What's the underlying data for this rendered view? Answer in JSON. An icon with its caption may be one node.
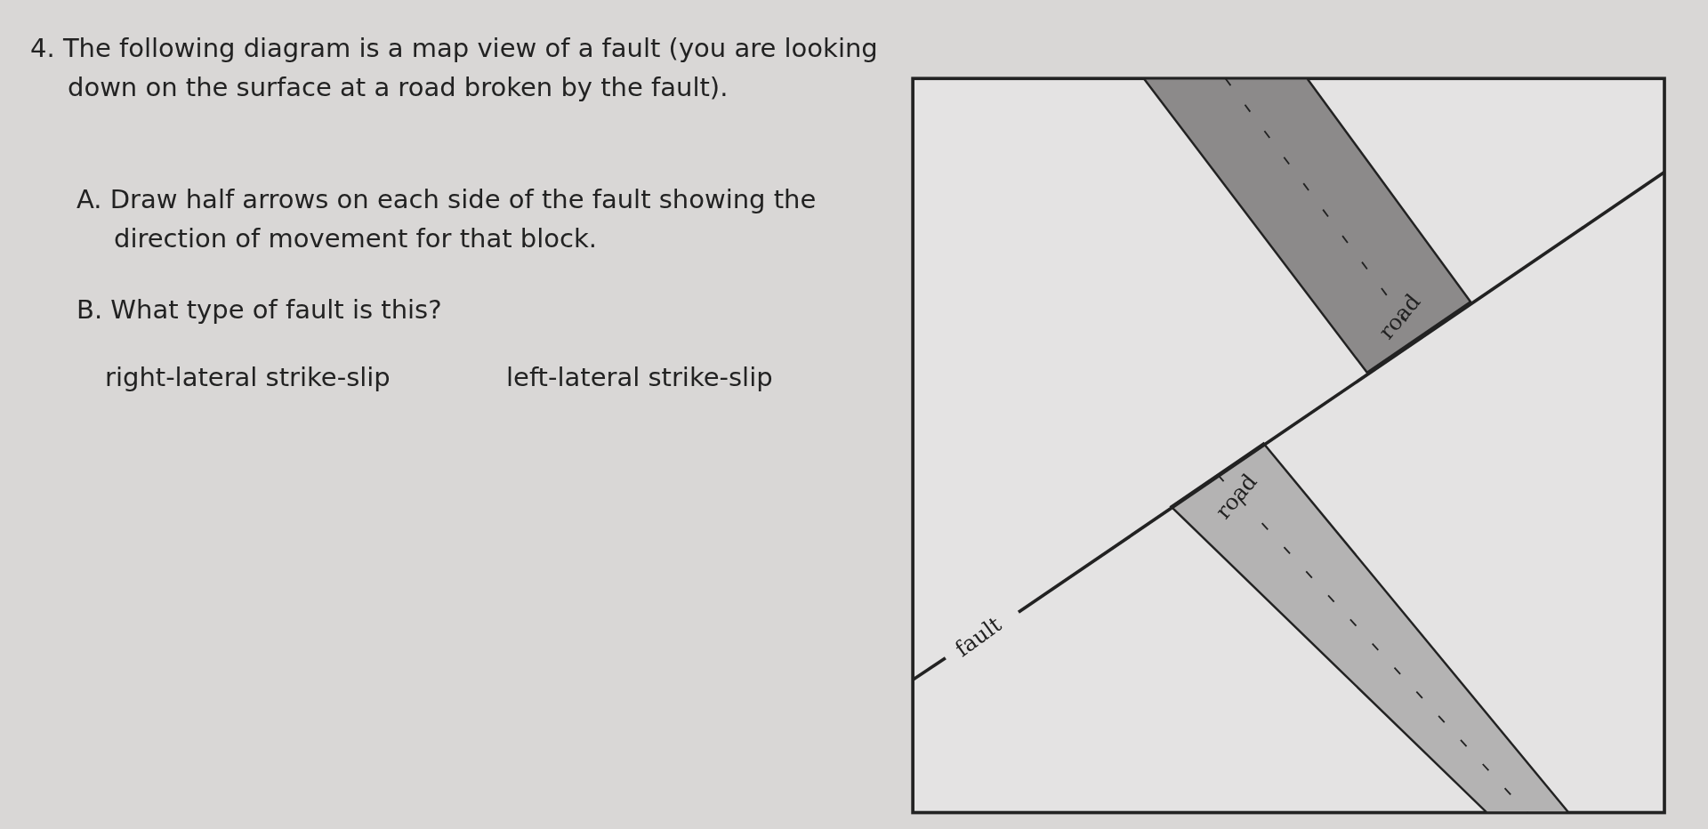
{
  "diagram": {
    "labels": [
      "4. The following diagram is a map view of a fault (you are looking down on the surface at a road broken by the fault).",
      "A. Draw half arrows on each side of the fault showing the direction of movement for that block.",
      "B. What type of fault is this?",
      "right-lateral strike-slip",
      "left-lateral strike-slip",
      "road",
      "road",
      "fault"
    ]
  }
}
